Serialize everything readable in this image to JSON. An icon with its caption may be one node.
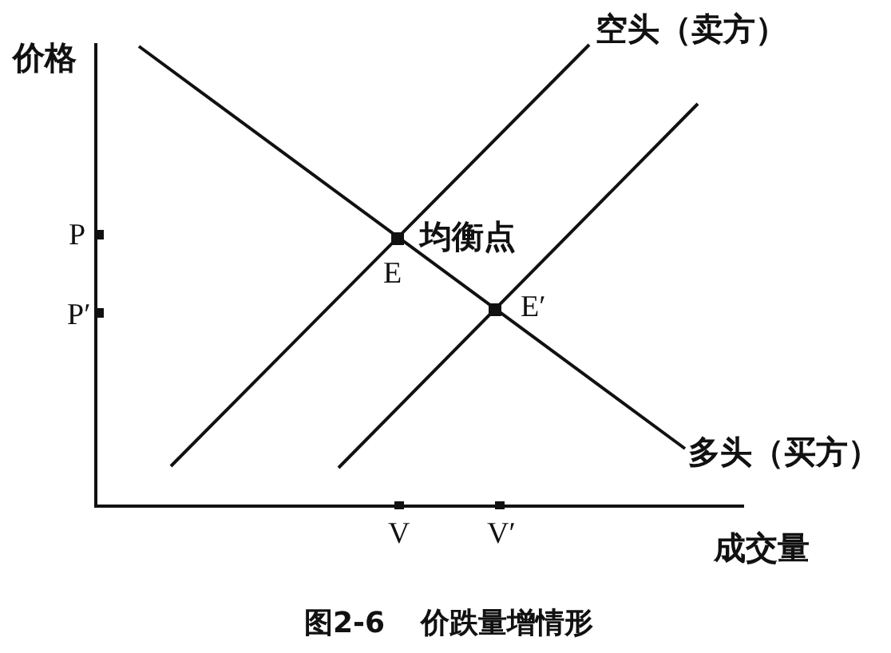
{
  "diagram": {
    "caption": "图2-6 价跌量增情形",
    "labels": [
      "空头（卖方）",
      "价格",
      "P",
      "均衡点",
      "E",
      "P′",
      "E′",
      "多头（买方）",
      "V",
      "V′",
      "成交量"
    ]
  }
}
